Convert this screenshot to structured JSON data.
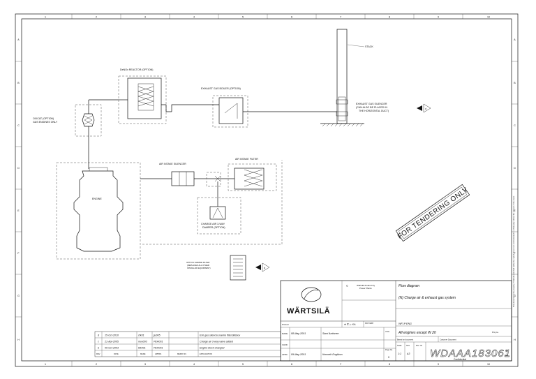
{
  "grid": {
    "cols": [
      "1",
      "2",
      "3",
      "4",
      "5",
      "6",
      "7",
      "8",
      "9",
      "10"
    ],
    "rows": [
      "A",
      "B",
      "C",
      "D",
      "E",
      "F",
      "G",
      "H"
    ]
  },
  "labels": {
    "stack": "STACK",
    "denox": "DeNOx REACTOR (OPTION)",
    "boiler": "EXHAUST GAS BOILER (OPTION)",
    "oxicat_1": "OXICAT (OPTION)",
    "oxicat_2": "GAS ENGINES ONLY",
    "silencer_1": "EXHAUST GAS SILENCER",
    "silencer_2": "(CAN ALSO BE PLACED IN",
    "silencer_3": "THE HORIZONTAL DUCT)",
    "silencer_mark": "d",
    "air_silencer": "AIR INTAKE SILENCER",
    "air_filter": "AIR INTAKE FILTER",
    "engine": "ENGINE",
    "charge_1": "CHARGE AIR 3-WAY",
    "charge_2": "DAMPER (OPTION)",
    "marine_1": "OPTION: MARINE FILTER",
    "marine_2": "(REPLACES ALL OTHER",
    "marine_3": "INTAKE AIR EQUIPMENT)",
    "marine_mark": "d",
    "stamp": "FOR TENDERING ONLY"
  },
  "side_note": "This document is the property of Wärtsilä and shall neither be copied, shown nor communicated to a third party without the consent of the owner.",
  "revisions": [
    {
      "rev": "d",
      "date": "15-Oct-2010",
      "made": "cfk01",
      "appd": "jju005",
      "memo": "",
      "expl": "Exh.gas silencer,marine filter,titlebox"
    },
    {
      "rev": "c",
      "date": "21-Apr-2005",
      "made": "mvy003",
      "appd": "PEH001",
      "memo": "",
      "expl": "Charge air 3-way valve added"
    },
    {
      "rev": "b",
      "date": "06-Oct-2003",
      "made": "tkk001",
      "appd": "PEH001",
      "memo": "",
      "expl": "Engine block changed"
    }
  ],
  "rev_headers": {
    "rev": "REV",
    "date": "DATE",
    "made": "MADE",
    "appd": "APPRD.",
    "memo": "MEMO NO.",
    "expl": "EXPLANATION"
  },
  "titleblock": {
    "brand": "WÄRTSILÄ",
    "copyright_mark": "©",
    "copyright_1": "Wärtsilä Finland Oy",
    "copyright_2": "Power Plants",
    "product_label": "Product",
    "drawn_label": "MADE",
    "drawn_date": "08-May-2001",
    "drawn_by": "Sami Anttonen",
    "chkd_label": "CHKD",
    "appd_label": "APPD",
    "appd_date": "09-May-2001",
    "appd_by": "Kenneth Engblom",
    "projection": "⊕ ⊏ ▷ KA",
    "kat": "KAT/ GRP.",
    "title_1": "Flow diagram",
    "title_2": "(N) Charge air & exhaust gas system",
    "units": "Units",
    "group": "WFI-P ENG",
    "sub": "All engines except W 20",
    "proj_no": "Proj no.",
    "based_on": "Based on document",
    "customer_doc": "Customer Document",
    "page_label": "Page No.",
    "page": "0",
    "scale_label": "Scale",
    "scale": "1:1",
    "size_label": "Size",
    "size": "A3",
    "doc_label": "Doc. ID",
    "doc_id": "WDAAA183061",
    "doc_rev": "d",
    "rev_label": "Rev.",
    "confidential": "Confidential"
  }
}
